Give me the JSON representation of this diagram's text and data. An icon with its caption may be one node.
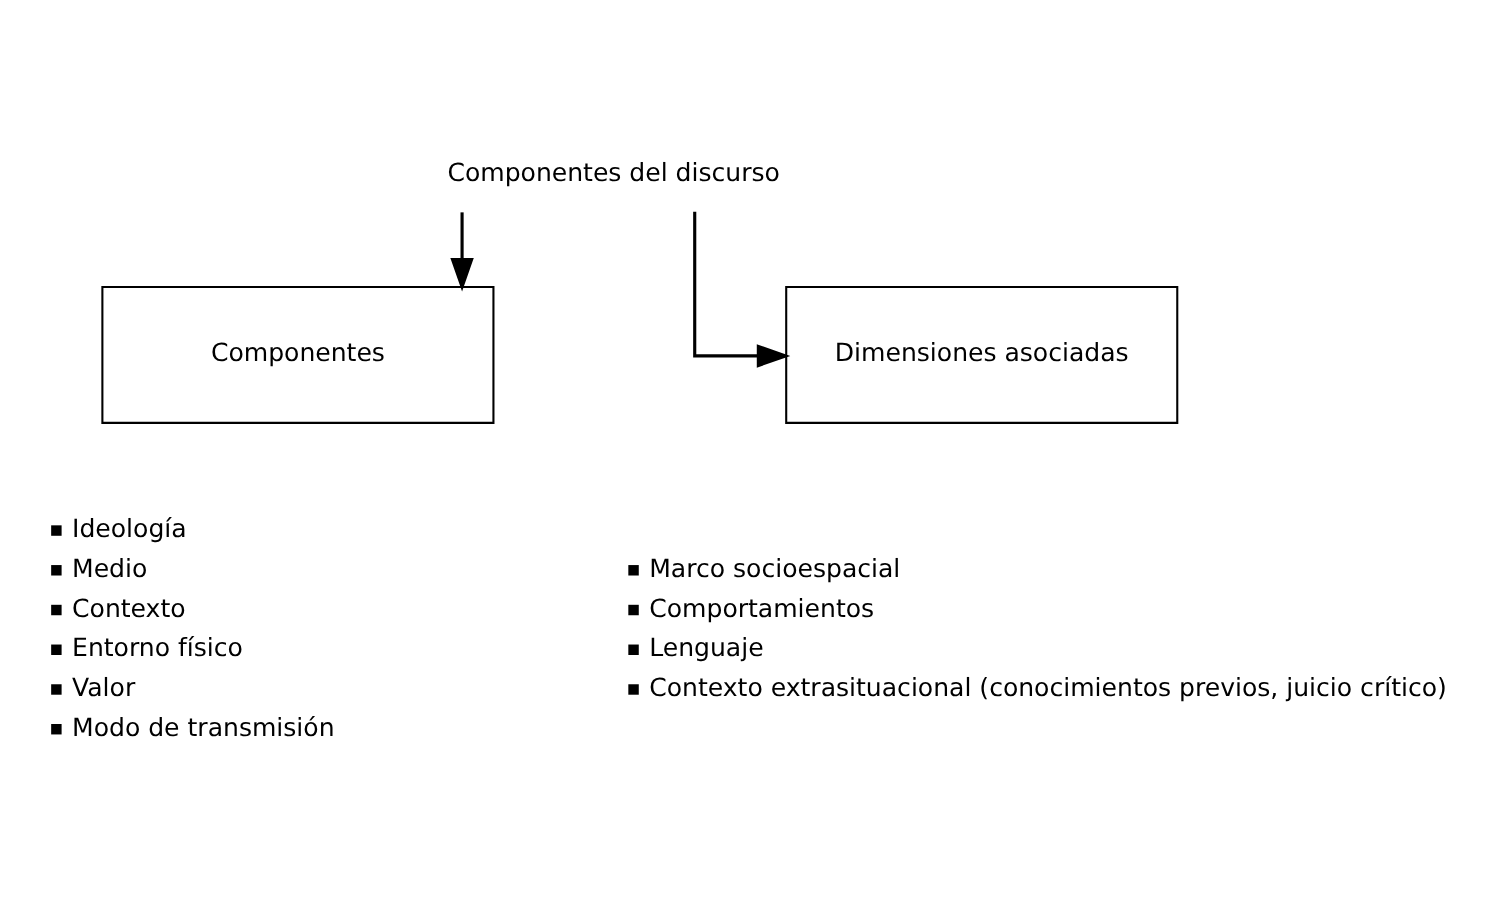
{
  "diagram": {
    "nodes": [
      {
        "text": [
          "Componentes del discurso"
        ]
      },
      {
        "text": [
          "Componentes"
        ],
        "beside": [
          "Ideología",
          "Medio",
          "Contexto",
          "Entorno físico",
          "Valor",
          "Modo de transmisión"
        ]
      },
      {
        "text": [
          "Dimensiones asociadas"
        ],
        "beside": [
          "Marco socioespacial",
          "Comportamientos",
          "Lenguaje",
          "Contexto extrasituacional (conocimientos previos, juicio crítico)"
        ]
      }
    ],
    "edges": [
      {
        "from": 0,
        "to": 1,
        "arrow": "to"
      },
      {
        "from": 0,
        "to": 2,
        "arrow": "to"
      }
    ]
  }
}
